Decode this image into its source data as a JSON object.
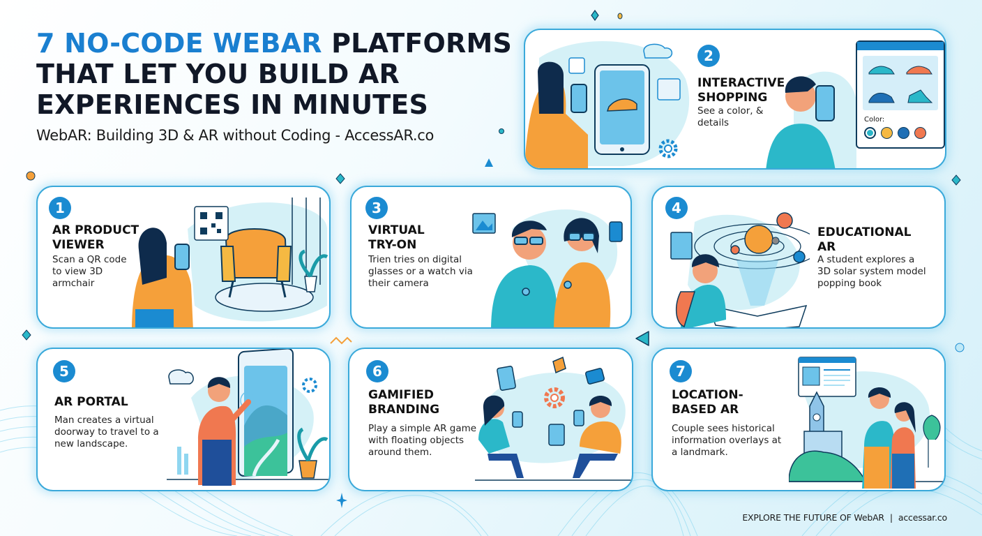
{
  "header": {
    "title_accent": "7 NO-CODE WEBAR",
    "title_rest_line1": " PLATFORMS",
    "title_line2": "THAT LET YOU BUILD AR",
    "title_line3": "EXPERIENCES IN MINUTES",
    "subtitle": "WebAR: Building 3D & AR without Coding - AccessAR.co"
  },
  "cards": [
    {
      "number": "1",
      "title": "AR PRODUCT\nVIEWER",
      "description": "Scan a QR code\nto view 3D\narmchair",
      "illustration": "woman-scanning-qr-armchair"
    },
    {
      "number": "2",
      "title": "INTERACTIVE\nSHOPPING",
      "description": "See a color, &\ndetails",
      "illustration": "shopping-tablet-sneakers",
      "color_label": "Color:",
      "color_swatches": [
        "#29b6c9",
        "#f5b942",
        "#1f6fb5",
        "#f07850"
      ]
    },
    {
      "number": "3",
      "title": "VIRTUAL\nTRY-ON",
      "description": "Trien tries on digital\nglasses or a watch via\ntheir camera",
      "illustration": "couple-trying-glasses"
    },
    {
      "number": "4",
      "title": "EDUCATIONAL\nAR",
      "description": "A student explores a\n3D solar system model\npopping book",
      "illustration": "student-solar-system-book"
    },
    {
      "number": "5",
      "title": "AR PORTAL",
      "description": "Man creates a virtual\ndoorway to travel to a\nnew landscape.",
      "illustration": "man-touching-portal"
    },
    {
      "number": "6",
      "title": "GAMIFIED\nBRANDING",
      "description": "Play a simple AR game\nwith floating objects\naround them.",
      "illustration": "two-people-ar-game"
    },
    {
      "number": "7",
      "title": "LOCATION-\nBASED AR",
      "description": "Couple sees historical\ninformation overlays at\na landmark.",
      "illustration": "couple-landmark-overlay"
    }
  ],
  "footer": {
    "tagline": "EXPLORE THE FUTURE OF WebAR",
    "separator": "|",
    "site": "accessar.co"
  },
  "colors": {
    "accent_blue": "#1a7fd0",
    "card_border": "#3aa9da",
    "badge_blue": "#1b8bd1",
    "orange": "#f5a03a",
    "teal": "#2bb8c9"
  }
}
